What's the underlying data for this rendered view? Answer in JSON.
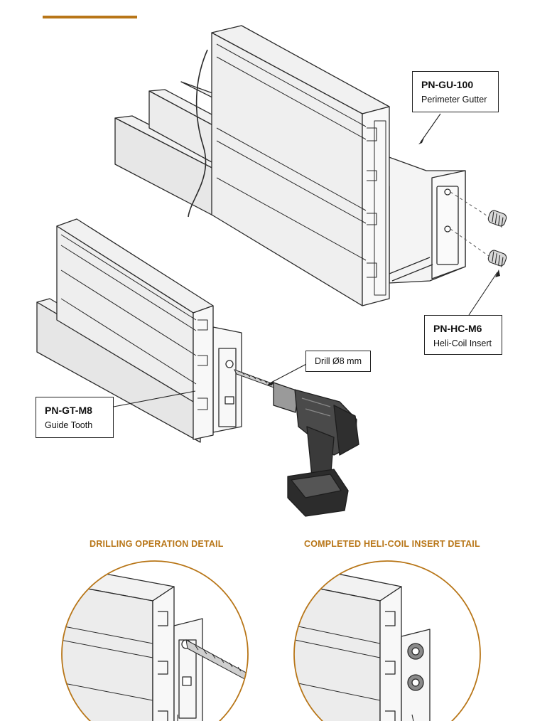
{
  "colors": {
    "accent": "#b87618",
    "line": "#2a2a2a",
    "profile_fill": "#f1f1f1",
    "shade": "#d6d6d6"
  },
  "callouts": {
    "gutter": {
      "code": "PN-GU-100",
      "desc": "Perimeter Gutter"
    },
    "helicoil": {
      "code": "PN-HC-M6",
      "desc": "Heli-Coil Insert"
    },
    "drill": {
      "desc": "Drill Ø8 mm"
    },
    "guide_tooth": {
      "code": "PN-GT-M8",
      "desc": "Guide Tooth"
    }
  },
  "details": {
    "drilling": {
      "title": "DRILLING OPERATION DETAIL"
    },
    "insert": {
      "title": "COMPLETED HELI-COIL INSERT DETAIL"
    }
  }
}
